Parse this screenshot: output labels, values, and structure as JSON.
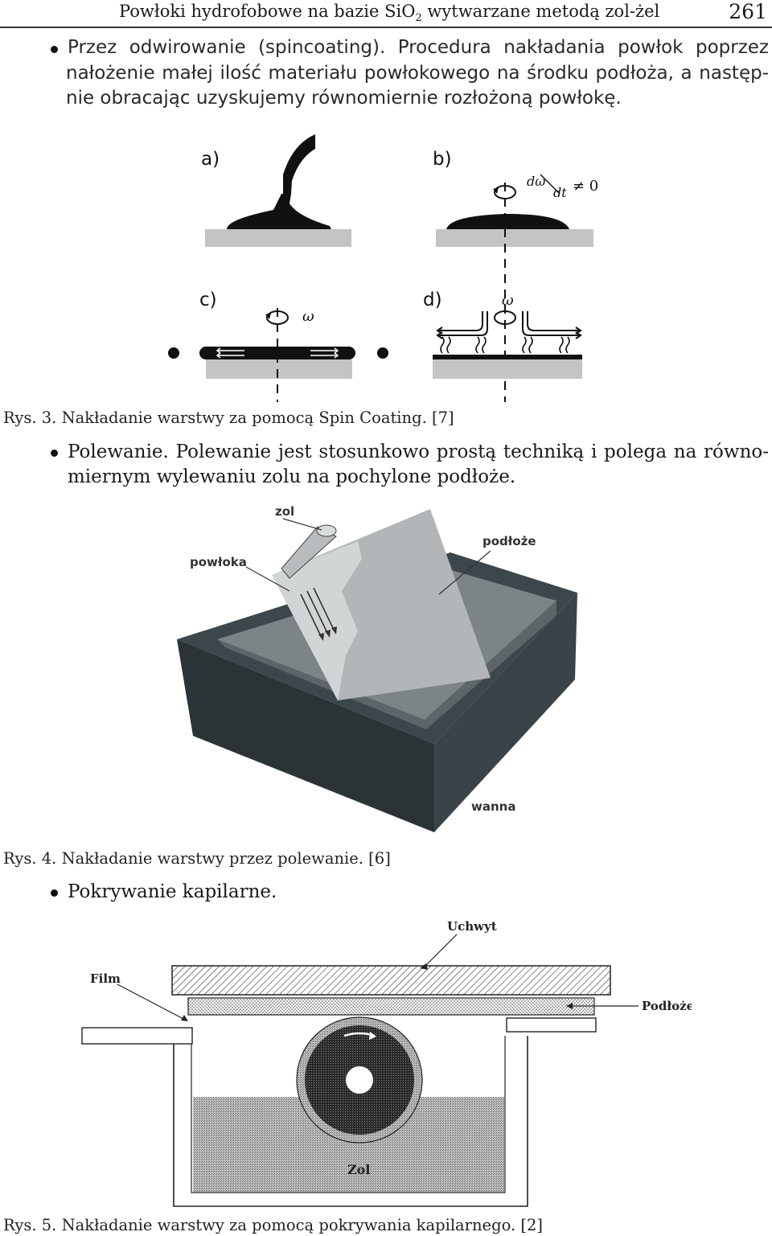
{
  "header": {
    "title_main": "Powłoki hydrofobowe na bazie SiO",
    "title_sub": "2",
    "title_rest": " wytwarzane metodą zol-żel",
    "page_number": "261"
  },
  "section1": {
    "lines": [
      "Przez odwirowanie (spincoating). Procedura nakładania powłok poprzez",
      "nałożenie małej ilość materiału powłokowego na środku podłoża, a następ-",
      "nie obracając uzyskujemy równomiernie rozłożoną powłokę."
    ]
  },
  "figure3": {
    "panel_a": "a)",
    "panel_b": "b)",
    "panel_c": "c)",
    "panel_d": "d)",
    "dw_num": "dω",
    "dw_den": "dt",
    "neq_zero": "≠ 0",
    "omega": "ω",
    "caption": "Rys. 3. Nakładanie warstwy za pomocą Spin Coating. [7]"
  },
  "section2": {
    "lines": [
      "Polewanie. Polewanie jest stosunkowo prostą techniką i polega na równo-",
      "miernym wylewaniu zolu na pochylone podłoże."
    ]
  },
  "figure4": {
    "label_zol": "zol",
    "label_powloka": "powłoka",
    "label_podloze": "podłoże",
    "label_wanna": "wanna",
    "caption": "Rys. 4. Nakładanie warstwy przez polewanie. [6]"
  },
  "section3": {
    "title": "Pokrywanie kapilarne."
  },
  "figure5": {
    "label_uchwyt": "Uchwyt",
    "label_film": "Film",
    "label_podloze": "Podłoże",
    "label_zol": "Zol",
    "caption": "Rys. 5. Nakładanie warstwy za pomocą pokrywania kapilarnego. [2]"
  }
}
